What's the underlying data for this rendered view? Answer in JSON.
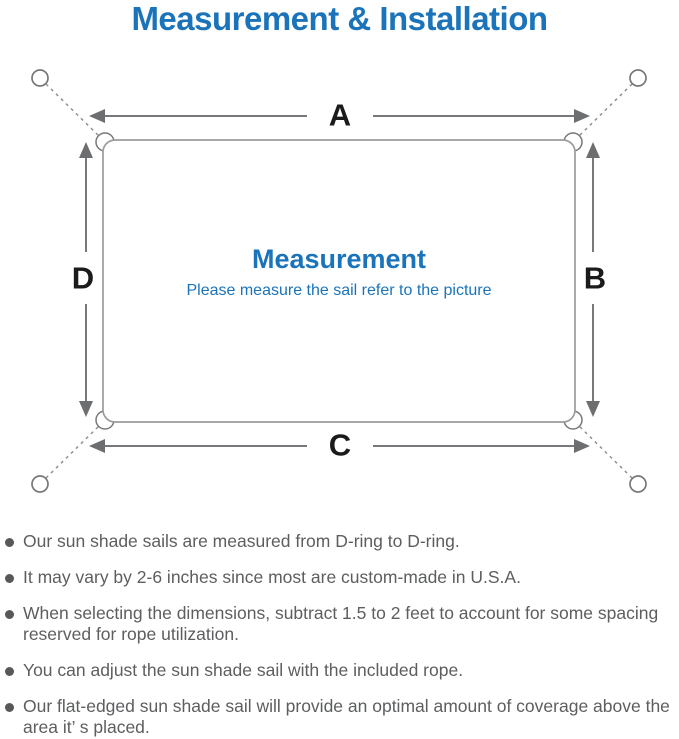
{
  "title": "Measurement & Installation",
  "diagram": {
    "labels": {
      "top": "A",
      "right": "B",
      "bottom": "C",
      "left": "D"
    },
    "center_heading": "Measurement",
    "center_sub": "Please measure the sail refer to the picture"
  },
  "bullets": [
    "Our sun shade sails are measured from D-ring to D-ring.",
    "It may vary by 2-6 inches since most are custom-made in U.S.A.",
    "When selecting the dimensions, subtract 1.5 to 2 feet to account for some spacing reserved for rope utilization.",
    "You can adjust the sun shade sail with the included rope.",
    "Our flat-edged sun shade sail will provide an optimal amount of coverage above the area it’ s placed."
  ],
  "colors": {
    "accent_blue": "#1b74b9",
    "line_gray": "#9c9c9e",
    "dim_gray": "#77787b",
    "arrow_gray": "#6d6e70",
    "dash_gray": "#8f9092",
    "label_black": "#1b1b1b",
    "text_gray": "#5d5e60",
    "dot_gray": "#58585a"
  }
}
